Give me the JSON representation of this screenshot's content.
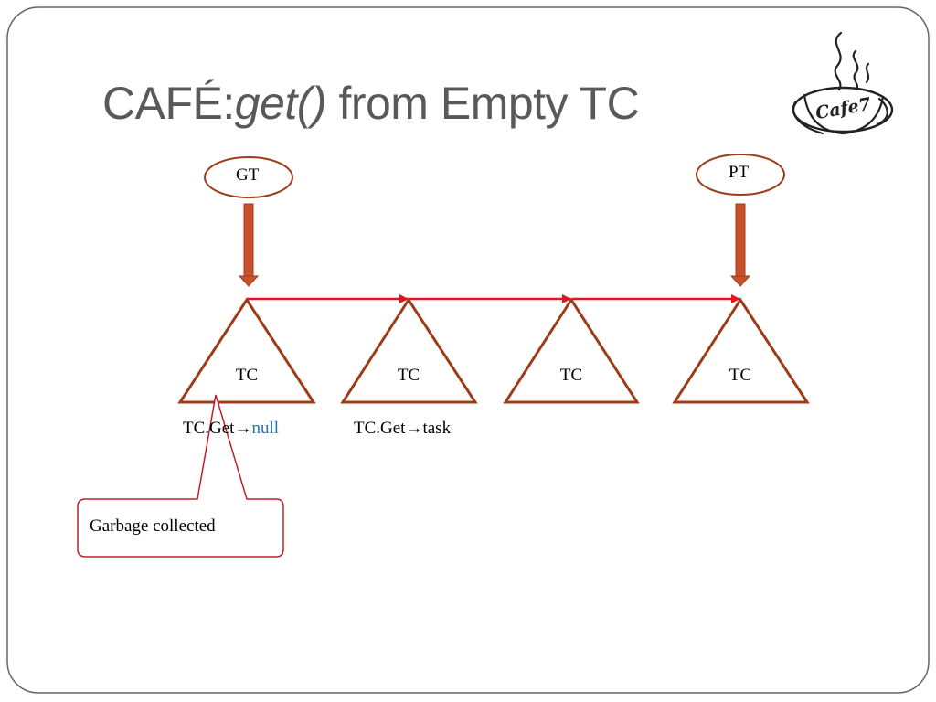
{
  "title": {
    "prefix": "CAFÉ:",
    "method": "get()",
    "suffix": " from Empty TC"
  },
  "logo": {
    "text": "Cafe7",
    "icon": "coffee-cup-icon"
  },
  "threads": [
    {
      "name": "GT"
    },
    {
      "name": "PT"
    }
  ],
  "tcs": [
    {
      "label": "TC"
    },
    {
      "label": "TC"
    },
    {
      "label": "TC"
    },
    {
      "label": "TC"
    }
  ],
  "get_labels": [
    {
      "prefix": "TC.Get",
      "arrow": "→",
      "result": "null"
    },
    {
      "prefix": "TC.Get",
      "arrow": "→",
      "result": "task"
    }
  ],
  "callout": {
    "text": "Garbage collected"
  },
  "colors": {
    "title": "#595959",
    "triangle": "#9c3d1a",
    "link": "#e3151a",
    "thread_arrow": "#c9512a",
    "callout_border": "#c0202a",
    "null_text": "#1f74b8"
  }
}
